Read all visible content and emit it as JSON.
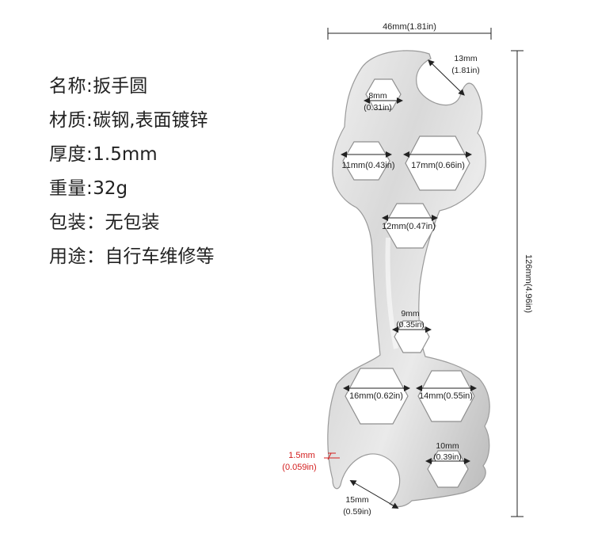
{
  "specs": [
    {
      "label": "名称:",
      "value": "扳手圆"
    },
    {
      "label": "材质:",
      "value": "碳钢,表面镀锌"
    },
    {
      "label": "厚度:",
      "value": "1.5mm"
    },
    {
      "label": "重量:",
      "value": "32g"
    },
    {
      "label": "包装：",
      "value": "无包装"
    },
    {
      "label": "用途：",
      "value": "自行车维修等"
    }
  ],
  "dimensions": {
    "width": "46mm(1.81in)",
    "height": "126mm(4.96in)",
    "top_jaw_l1": "13mm",
    "top_jaw_l2": "(1.81in)",
    "hex8_l1": "8mm",
    "hex8_l2": "(0.31in)",
    "hex11": "11mm(0.43in)",
    "hex17": "17mm(0.66in)",
    "hex12": "12mm(0.47in)",
    "hex9_l1": "9mm",
    "hex9_l2": "(0.35in)",
    "hex16": "16mm(0.62in)",
    "hex14": "14mm(0.55in)",
    "hex10_l1": "10mm",
    "hex10_l2": "(0.39in)",
    "thickness_l1": "1.5mm",
    "thickness_l2": "(0.059in)",
    "bottom_jaw_l1": "15mm",
    "bottom_jaw_l2": "(0.59in)"
  },
  "colors": {
    "metal_light": "#e4e4e4",
    "metal_dark": "#a9a9a9",
    "dimension_line": "#222222",
    "thickness_red": "#d42020"
  }
}
